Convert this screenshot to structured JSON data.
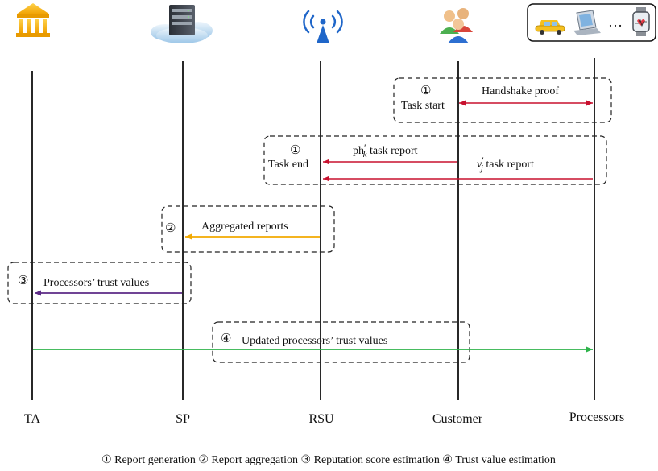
{
  "actors": [
    "TA",
    "SP",
    "RSU",
    "Customer",
    "Processors"
  ],
  "colors": {
    "handshake": "#c8102e",
    "task_report": "#c8102e",
    "aggregated": "#f2a900",
    "trust": "#5b2a86",
    "updated": "#2db34a"
  },
  "steps": {
    "s1": "①",
    "s2": "②",
    "s3": "③",
    "s4": "④"
  },
  "box_start": {
    "step_label": "Task start",
    "message": "Handshake proof"
  },
  "box_end": {
    "step_label": "Task end",
    "msg1_prefix": "ph",
    "msg1_prime": "′",
    "msg1_sub": "k",
    "msg1_suffix": " task report",
    "msg2_var": "v",
    "msg2_prime": "′",
    "msg2_sub": "j",
    "msg2_suffix": " task report"
  },
  "box_agg": {
    "message": "Aggregated reports"
  },
  "box_trust": {
    "message": "Processors’ trust values"
  },
  "box_update": {
    "message": "Updated  processors’ trust values"
  },
  "legend": "① Report generation ② Report aggregation ③ Reputation score estimation ④ Trust value estimation",
  "icons": [
    "bank-icon",
    "server-cloud-icon",
    "antenna-icon",
    "people-icon",
    "car-icon",
    "laptop-icon",
    "ellipsis-icon",
    "smartwatch-icon"
  ],
  "ellipsis": "…"
}
